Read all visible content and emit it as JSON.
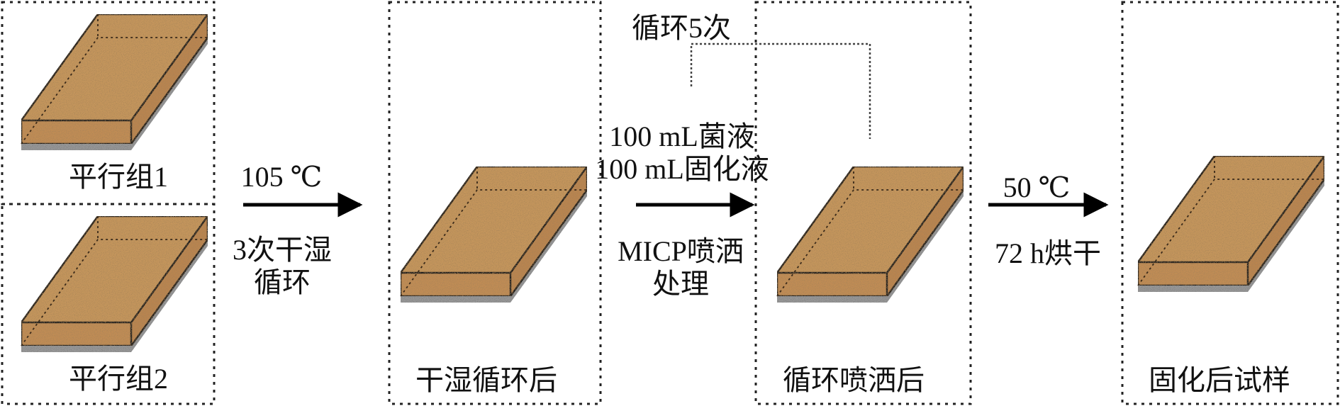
{
  "colors": {
    "top_face": "#c4955c",
    "front_face": "#c08c55",
    "side_face": "#b98450",
    "base": "#9a9a9a",
    "edge": "#1a1a1a",
    "frame": "#222222",
    "arrow": "#000000"
  },
  "specimen_texture": "speckled-soil",
  "specimens": [
    {
      "id": "parallel-1",
      "label": "平行组1"
    },
    {
      "id": "parallel-2",
      "label": "平行组2"
    },
    {
      "id": "after-wet-dry",
      "label": "干湿循环后"
    },
    {
      "id": "after-spray",
      "label": "循环喷洒后"
    },
    {
      "id": "cured",
      "label": "固化后试样"
    }
  ],
  "steps": [
    {
      "id": "wet-dry",
      "top": "105 ℃",
      "bottom_lines": [
        "3次干湿",
        "循环"
      ]
    },
    {
      "id": "micp",
      "top_lines": [
        "100 mL菌液",
        "100 mL固化液"
      ],
      "bottom_lines": [
        "MICP喷洒",
        "处理"
      ],
      "loop_label": "循环5次"
    },
    {
      "id": "dry",
      "top": "50 ℃",
      "bottom": "72 h烘干"
    }
  ]
}
